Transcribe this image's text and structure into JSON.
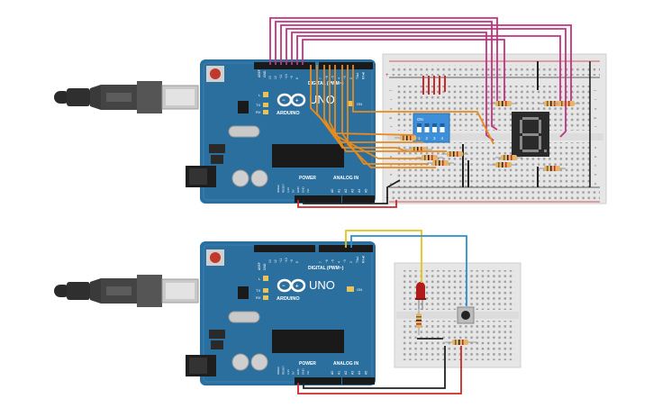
{
  "circuit_top": {
    "arduino": {
      "brand": "ARDUINO",
      "model": "UNO",
      "digital_header": "DIGITAL (PWM~)",
      "power_label": "POWER",
      "analog_label": "ANALOG IN",
      "on_label": "ON",
      "tx_label": "TX",
      "rx_label": "RX",
      "l_label": "L",
      "aref": "AREF",
      "gnd": "GND",
      "power_pins": [
        "IOREF",
        "RESET",
        "3.3V",
        "5V",
        "GND",
        "GND",
        "Vin"
      ],
      "analog_pins": [
        "A0",
        "A1",
        "A2",
        "A3",
        "A4",
        "A5"
      ],
      "digital_pins": [
        "13",
        "12",
        "~11",
        "~10",
        "~9",
        "8",
        "7",
        "~6",
        "~5",
        "4",
        "~3",
        "2",
        "TX▸1",
        "RX◂0"
      ]
    },
    "dip_switch": {
      "label": "ON",
      "numbers": [
        "1",
        "2",
        "3",
        "4"
      ]
    },
    "seven_segment": {
      "digit": "8"
    },
    "breadboard_rows": [
      "a",
      "b",
      "c",
      "d",
      "e",
      "f",
      "g",
      "h",
      "i",
      "j"
    ]
  },
  "circuit_bottom": {
    "arduino": {
      "brand": "ARDUINO",
      "model": "UNO",
      "digital_header": "DIGITAL (PWM~)",
      "power_label": "POWER",
      "analog_label": "ANALOG IN",
      "on_label": "ON",
      "tx_label": "TX",
      "rx_label": "RX",
      "l_label": "L",
      "aref": "AREF",
      "gnd": "GND",
      "power_pins": [
        "IOREF",
        "RESET",
        "3.3V",
        "5V",
        "GND",
        "GND",
        "Vin"
      ],
      "analog_pins": [
        "A0",
        "A1",
        "A2",
        "A3",
        "A4",
        "A5"
      ],
      "digital_pins": [
        "13",
        "12",
        "~11",
        "~10",
        "~9",
        "8",
        "7",
        "~6",
        "~5",
        "4",
        "~3",
        "2",
        "TX▸1",
        "RX◂0"
      ]
    }
  },
  "colors": {
    "board": "#2b6f9e",
    "board_dark": "#1f577e",
    "breadboard": "#e6e6e6",
    "wire_magenta": "#c2327f",
    "wire_orange": "#e88a1c",
    "wire_red": "#cc2929",
    "wire_black": "#222222",
    "wire_yellow": "#e6c21a",
    "wire_blue": "#2a8fd1",
    "led_red": "#b11b1b",
    "resistor": "#e2b56b",
    "dip_blue": "#3c8fd8",
    "display": "#2a2a2a"
  }
}
